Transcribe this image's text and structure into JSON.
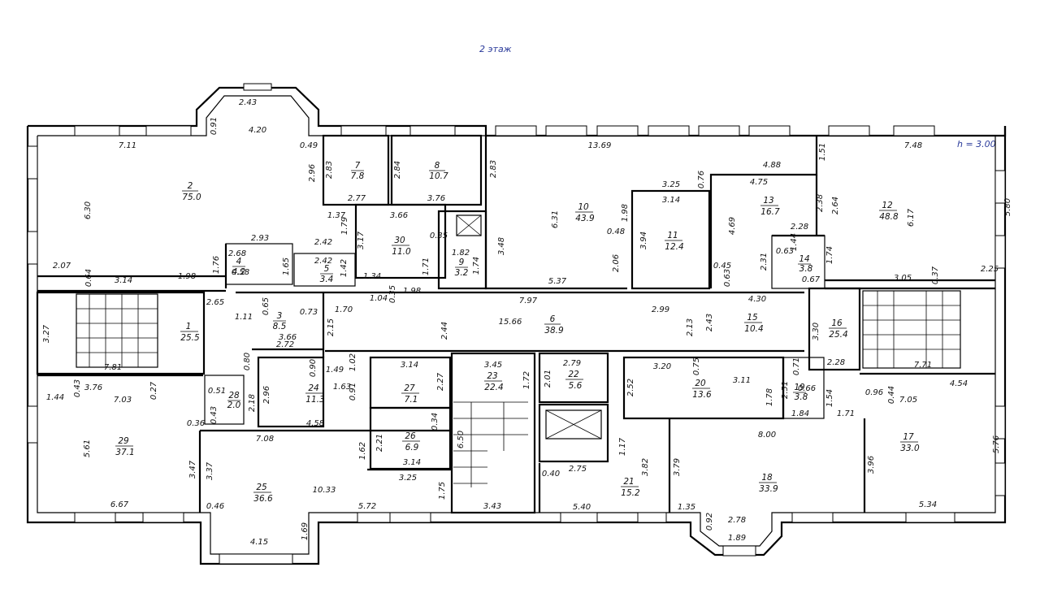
{
  "title": "2 этаж",
  "ceiling_height": "h = 3.00",
  "rooms": [
    {
      "num": "1",
      "area": "25.5"
    },
    {
      "num": "2",
      "area": "75.0"
    },
    {
      "num": "3",
      "area": "8.5"
    },
    {
      "num": "4",
      "area": "4.2"
    },
    {
      "num": "5",
      "area": "3.4"
    },
    {
      "num": "6",
      "area": "38.9"
    },
    {
      "num": "7",
      "area": "7.8"
    },
    {
      "num": "8",
      "area": "10.7"
    },
    {
      "num": "9",
      "area": "3.2"
    },
    {
      "num": "10",
      "area": "43.9"
    },
    {
      "num": "11",
      "area": "12.4"
    },
    {
      "num": "12",
      "area": "48.8"
    },
    {
      "num": "13",
      "area": "16.7"
    },
    {
      "num": "14",
      "area": "3.8"
    },
    {
      "num": "15",
      "area": "10.4"
    },
    {
      "num": "16",
      "area": "25.4"
    },
    {
      "num": "17",
      "area": "33.0"
    },
    {
      "num": "18",
      "area": "33.9"
    },
    {
      "num": "19",
      "area": "3.8"
    },
    {
      "num": "20",
      "area": "13.6"
    },
    {
      "num": "21",
      "area": "15.2"
    },
    {
      "num": "22",
      "area": "5.6"
    },
    {
      "num": "23",
      "area": "22.4"
    },
    {
      "num": "24",
      "area": "11.3"
    },
    {
      "num": "25",
      "area": "36.6"
    },
    {
      "num": "26",
      "area": "6.9"
    },
    {
      "num": "27",
      "area": "7.1"
    },
    {
      "num": "28",
      "area": "2.0"
    },
    {
      "num": "29",
      "area": "37.1"
    },
    {
      "num": "30",
      "area": "11.0"
    }
  ],
  "dimensions": [
    "2.43",
    "4.20",
    "0.91",
    "7.11",
    "0.49",
    "6.30",
    "2.96",
    "2.83",
    "2.84",
    "2.77",
    "3.76",
    "13.69",
    "1.51",
    "7.48",
    "4.88",
    "3.25",
    "0.76",
    "4.75",
    "3.14",
    "2.38",
    "2.64",
    "6.17",
    "5.80",
    "2.83",
    "6.31",
    "1.98",
    "3.94",
    "1.37",
    "3.66",
    "1.79",
    "0.48",
    "2.28",
    "4.69",
    "0.35",
    "2.93",
    "2.42",
    "3.17",
    "3.48",
    "1.82",
    "1.44",
    "2.68",
    "2.42",
    "1.42",
    "1.65",
    "2.06",
    "1.71",
    "1.74",
    "0.63",
    "2.31",
    "2.07",
    "0.64",
    "1.76",
    "0.58",
    "1.34",
    "1.74",
    "0.45",
    "0.37",
    "2.25",
    "1.98",
    "3.14",
    "1.04",
    "0.35",
    "1.98",
    "5.37",
    "7.97",
    "0.63",
    "4.30",
    "0.67",
    "3.05",
    "2.65",
    "0.65",
    "0.73",
    "1.70",
    "2.99",
    "1.11",
    "2.15",
    "2.44",
    "15.66",
    "2.13",
    "2.43",
    "3.30",
    "3.27",
    "3.66",
    "2.72",
    "7.81",
    "1.02",
    "0.80",
    "3.45",
    "2.79",
    "3.14",
    "3.20",
    "0.71",
    "0.90",
    "1.49",
    "1.63",
    "0.91",
    "2.27",
    "1.72",
    "2.01",
    "0.75",
    "3.11",
    "2.28",
    "3.76",
    "0.43",
    "7.03",
    "0.27",
    "1.44",
    "0.51",
    "2.18",
    "2.96",
    "2.52",
    "1.78",
    "2.51",
    "0.66",
    "0.44",
    "1.54",
    "0.96",
    "7.71",
    "4.54",
    "7.05",
    "0.36",
    "0.43",
    "4.58",
    "0.34",
    "1.84",
    "1.71",
    "7.08",
    "1.62",
    "2.21",
    "6.50",
    "1.17",
    "8.00",
    "5.61",
    "3.47",
    "3.37",
    "3.14",
    "0.40",
    "2.75",
    "3.82",
    "3.79",
    "3.96",
    "5.76",
    "3.25",
    "10.33",
    "1.75",
    "0.46",
    "6.67",
    "5.72",
    "3.43",
    "5.40",
    "1.35",
    "5.34",
    "0.92",
    "2.78",
    "1.69",
    "1.89",
    "4.15"
  ]
}
